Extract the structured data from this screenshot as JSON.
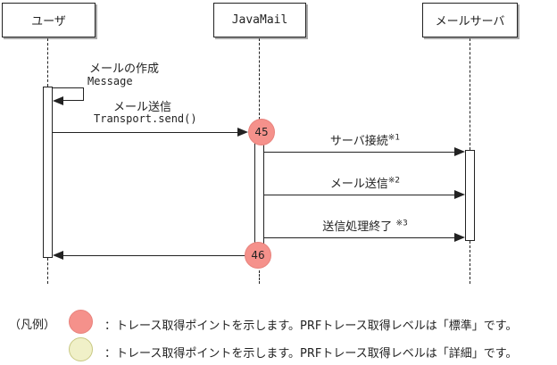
{
  "diagram": {
    "actors": [
      {
        "name": "user",
        "label": "ユーザ"
      },
      {
        "name": "javamail",
        "label": "JavaMail"
      },
      {
        "name": "mail_server",
        "label": "メールサーバ"
      }
    ],
    "messages": {
      "create_mail": {
        "label": "メールの作成",
        "code": "Message"
      },
      "send_mail": {
        "label": "メール送信",
        "code": "Transport.send()"
      },
      "server_connect": {
        "label": "サーバ接続",
        "ref": "※1"
      },
      "mail_send": {
        "label": "メール送信",
        "ref": "※2"
      },
      "send_complete": {
        "label": "送信処理終了",
        "ref": "※3"
      }
    },
    "trace_points": {
      "first": "45",
      "second": "46"
    },
    "colors": {
      "trace_level_standard": "#f5918b",
      "trace_level_detail": "#f0f0c8",
      "line": "#222222"
    }
  },
  "legend": {
    "title": "（凡例）",
    "items": [
      {
        "level": "standard",
        "text": "：トレース取得ポイントを示します。PRFトレース取得レベルは「標準」です。"
      },
      {
        "level": "detail",
        "text": "：トレース取得ポイントを示します。PRFトレース取得レベルは「詳細」です。"
      }
    ]
  }
}
